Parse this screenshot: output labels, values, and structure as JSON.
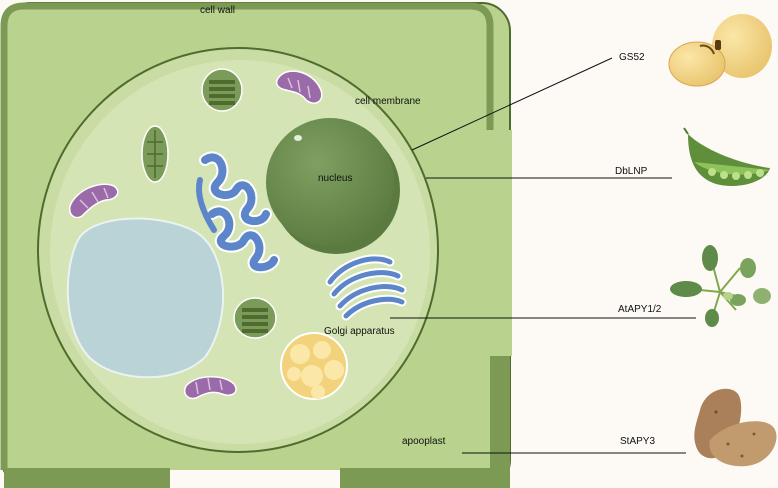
{
  "labels": {
    "cell_wall": "cell wall",
    "cell_membrane": "cell membrane",
    "nucleus": "nucleus",
    "golgi": "Golgi apparatus",
    "apoplast": "apooplast"
  },
  "proteins": [
    {
      "name": "GS52",
      "source_icon": "soybean-icon"
    },
    {
      "name": "DbLNP",
      "source_icon": "pea-pod-icon"
    },
    {
      "name": "AtAPY1/2",
      "source_icon": "arabidopsis-icon"
    },
    {
      "name": "StAPY3",
      "source_icon": "potato-icon"
    }
  ],
  "colors": {
    "cell_wall": "#b9d38f",
    "cell_wall_edge": "#4f6b2e",
    "cytoplasm": "#d5e4b5",
    "nucleus": "#6f8f52",
    "vacuole": "#b9d3d6",
    "er": "#5d85c9",
    "mitochondria": "#9b6aa8",
    "chloroplast": "#7a9b5a",
    "peroxisome": "#f2d27a"
  }
}
